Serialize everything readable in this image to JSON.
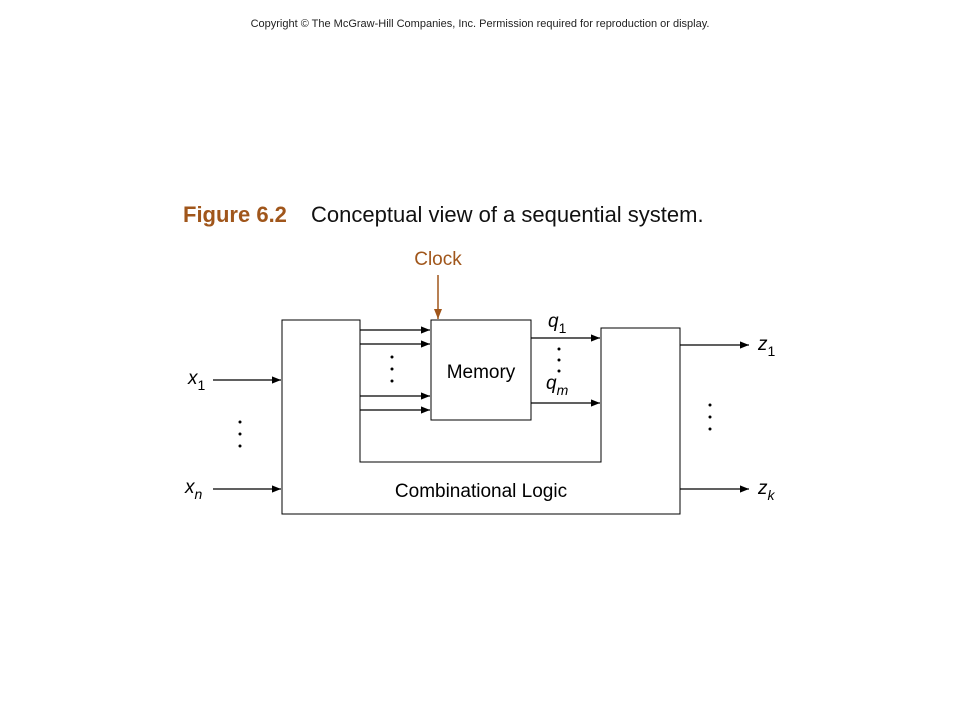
{
  "header": {
    "copyright": "Copyright © The McGraw-Hill Companies, Inc. Permission required for reproduction or display."
  },
  "figure": {
    "label": "Figure 6.2",
    "caption": "Conceptual view of a sequential system."
  },
  "diagram": {
    "clock_label": "Clock",
    "memory_label": "Memory",
    "logic_label": "Combinational Logic",
    "inputs": [
      {
        "base": "x",
        "sub": "1"
      },
      {
        "base": "x",
        "sub": "n"
      }
    ],
    "outputs": [
      {
        "base": "z",
        "sub": "1"
      },
      {
        "base": "z",
        "sub": "k"
      }
    ],
    "states": [
      {
        "base": "q",
        "sub": "1"
      },
      {
        "base": "q",
        "sub": "m"
      }
    ],
    "colors": {
      "accent": "#a0561b",
      "line": "#000000"
    }
  }
}
